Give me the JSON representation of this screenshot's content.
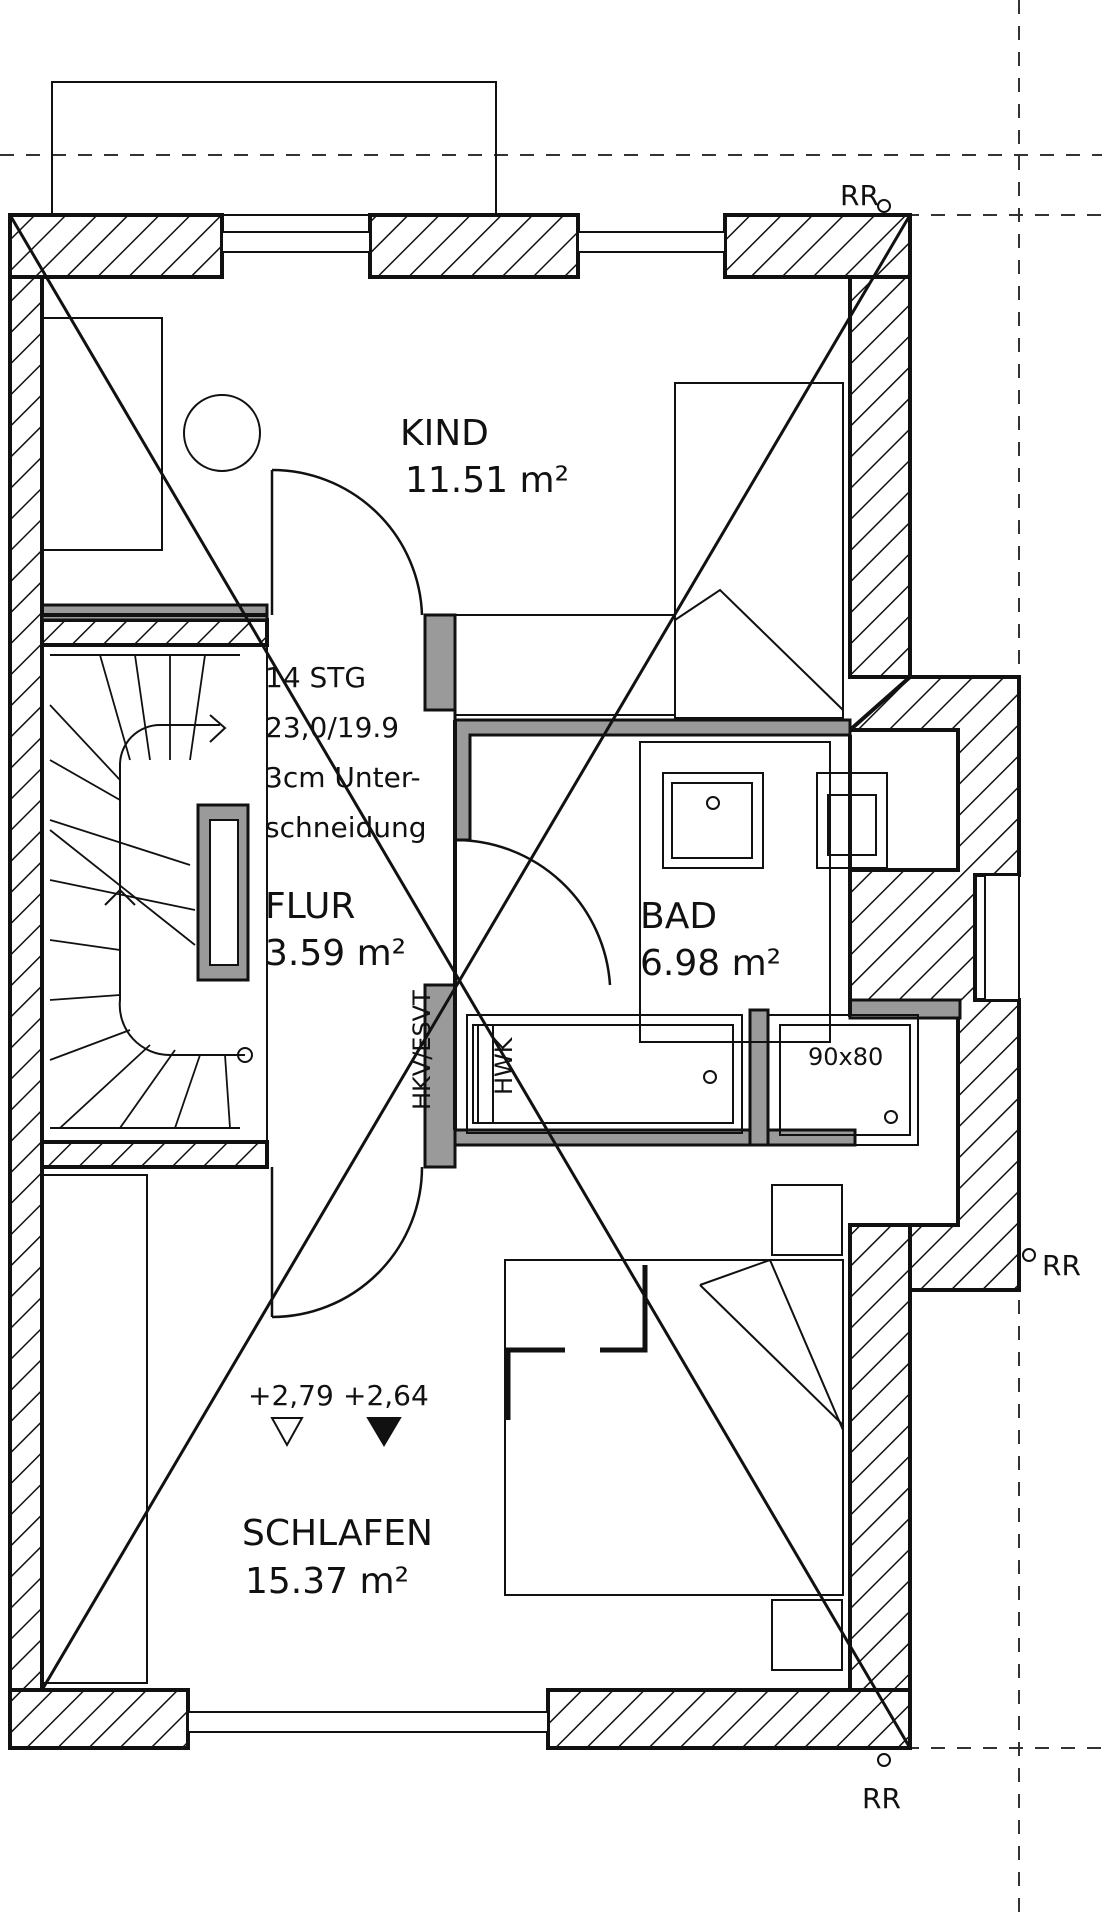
{
  "rooms": {
    "kind": {
      "name": "KIND",
      "area": "11.51 m²"
    },
    "flur": {
      "name": "FLUR",
      "area": "3.59 m²"
    },
    "bad": {
      "name": "BAD",
      "area": "6.98 m²"
    },
    "schlafen": {
      "name": "SCHLAFEN",
      "area": "15.37 m²"
    }
  },
  "stair": {
    "line1": "14 STG",
    "line2": "23,0/19.9",
    "line3": "3cm Unter-",
    "line4": "schneidung"
  },
  "labels": {
    "rr_top": "RR",
    "rr_right": "RR",
    "rr_bottom": "RR",
    "shaft": "HKV/ESVT",
    "hwk": "HWK",
    "shower": "90x80",
    "level_1": "+2,79",
    "level_2": "+2,64"
  },
  "colors": {
    "line": "#111111",
    "wall_fill": "#ffffff",
    "core_fill": "#9a9a9a"
  }
}
